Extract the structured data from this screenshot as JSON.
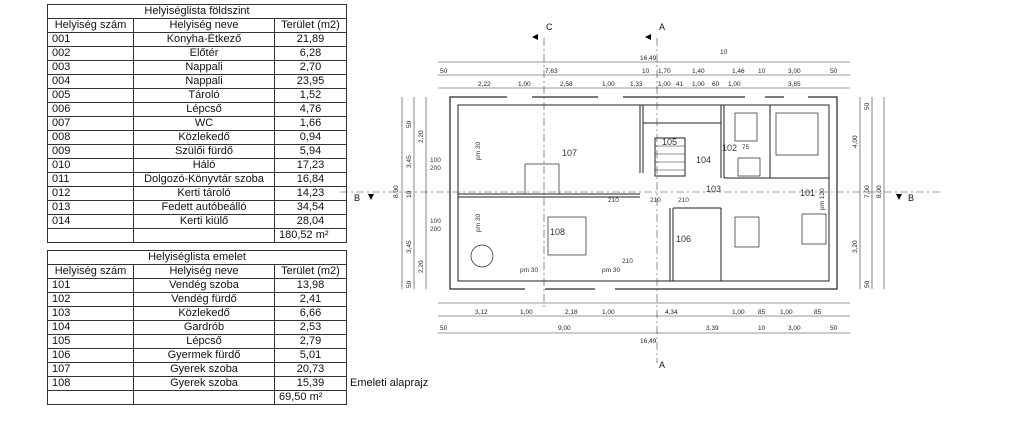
{
  "ground_floor": {
    "title": "Helyiséglista földszint",
    "headers": [
      "Helyiség szám",
      "Helyiség neve",
      "Terület (m2)"
    ],
    "rows": [
      [
        "001",
        "Konyha-Étkező",
        "21,89"
      ],
      [
        "002",
        "Előtér",
        "6,28"
      ],
      [
        "003",
        "Nappali",
        "2,70"
      ],
      [
        "004",
        "Nappali",
        "23,95"
      ],
      [
        "005",
        "Tároló",
        "1,52"
      ],
      [
        "006",
        "Lépcső",
        "4,76"
      ],
      [
        "007",
        "WC",
        "1,66"
      ],
      [
        "008",
        "Közlekedő",
        "0,94"
      ],
      [
        "009",
        "Szülői fürdő",
        "5,94"
      ],
      [
        "010",
        "Háló",
        "17,23"
      ],
      [
        "011",
        "Dolgozó-Könyvtár szoba",
        "16,84"
      ],
      [
        "012",
        "Kerti tároló",
        "14,23"
      ],
      [
        "013",
        "Fedett autóbeálló",
        "34,54"
      ],
      [
        "014",
        "Kerti kiülő",
        "28,04"
      ]
    ],
    "total": "180,52 m²"
  },
  "upper_floor": {
    "title": "Helyiséglista emelet",
    "headers": [
      "Helyiség szám",
      "Helyiség neve",
      "Terület (m2)"
    ],
    "rows": [
      [
        "101",
        "Vendég szoba",
        "13,98"
      ],
      [
        "102",
        "Vendég fürdő",
        "2,41"
      ],
      [
        "103",
        "Közlekedő",
        "6,66"
      ],
      [
        "104",
        "Gardrób",
        "2,53"
      ],
      [
        "105",
        "Lépcső",
        "2,79"
      ],
      [
        "106",
        "Gyermek fürdő",
        "5,01"
      ],
      [
        "107",
        "Gyerek szoba",
        "20,73"
      ],
      [
        "108",
        "Gyerek szoba",
        "15,39"
      ]
    ],
    "total": "69,50 m²"
  },
  "plan": {
    "caption": "Emeleti alaprajz",
    "section_marks": {
      "a": "A",
      "b": "B",
      "c": "C"
    },
    "room_labels": [
      "101",
      "102",
      "103",
      "104",
      "105",
      "106",
      "107",
      "108"
    ],
    "dims_top": {
      "overall": "16,49",
      "small_top": "10",
      "row1": [
        "50",
        "7,63",
        "10",
        "1,70",
        "1,40",
        "1,46",
        "10",
        "3,00",
        "50"
      ],
      "row2": [
        "2,22",
        "1,00",
        "2,58",
        "1,00",
        "1,33",
        "1,00",
        "41",
        "1,00",
        "60",
        "1,00",
        "3,85"
      ]
    },
    "dims_bottom": {
      "row1": [
        "3,12",
        "1,00",
        "2,18",
        "1,00",
        "4,34",
        "1,00",
        "85",
        "1,00",
        "85"
      ],
      "row2": [
        "50",
        "9,00",
        "3,39",
        "10",
        "3,00",
        "50"
      ],
      "overall": "16,49"
    },
    "dims_left": {
      "outer": "8,00",
      "row1": [
        "50",
        "3,45",
        "10",
        "3,45",
        "50"
      ],
      "row2": [
        "2,20",
        "2,20"
      ]
    },
    "dims_right": {
      "outer": "8,00",
      "row1": [
        "50",
        "7,00",
        "50"
      ],
      "row2": [
        "4,00",
        "3,20"
      ]
    },
    "annotations": {
      "door_size": "210",
      "window_size": "200",
      "sill_h": "100",
      "sill_pm": "pm 30",
      "sill_pm_right": "pm 120",
      "extra_75": "75"
    }
  }
}
